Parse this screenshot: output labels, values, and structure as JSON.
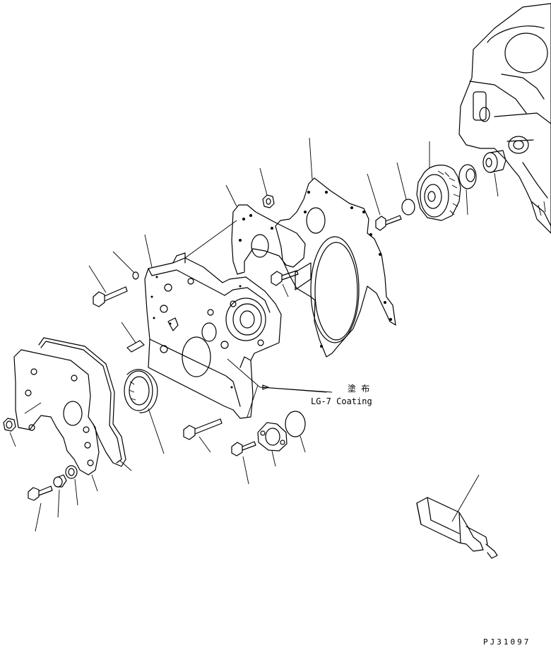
{
  "annotation": {
    "jp": "塗 布",
    "en": "LG-7 Coating"
  },
  "drawing_code": "PJ31097"
}
